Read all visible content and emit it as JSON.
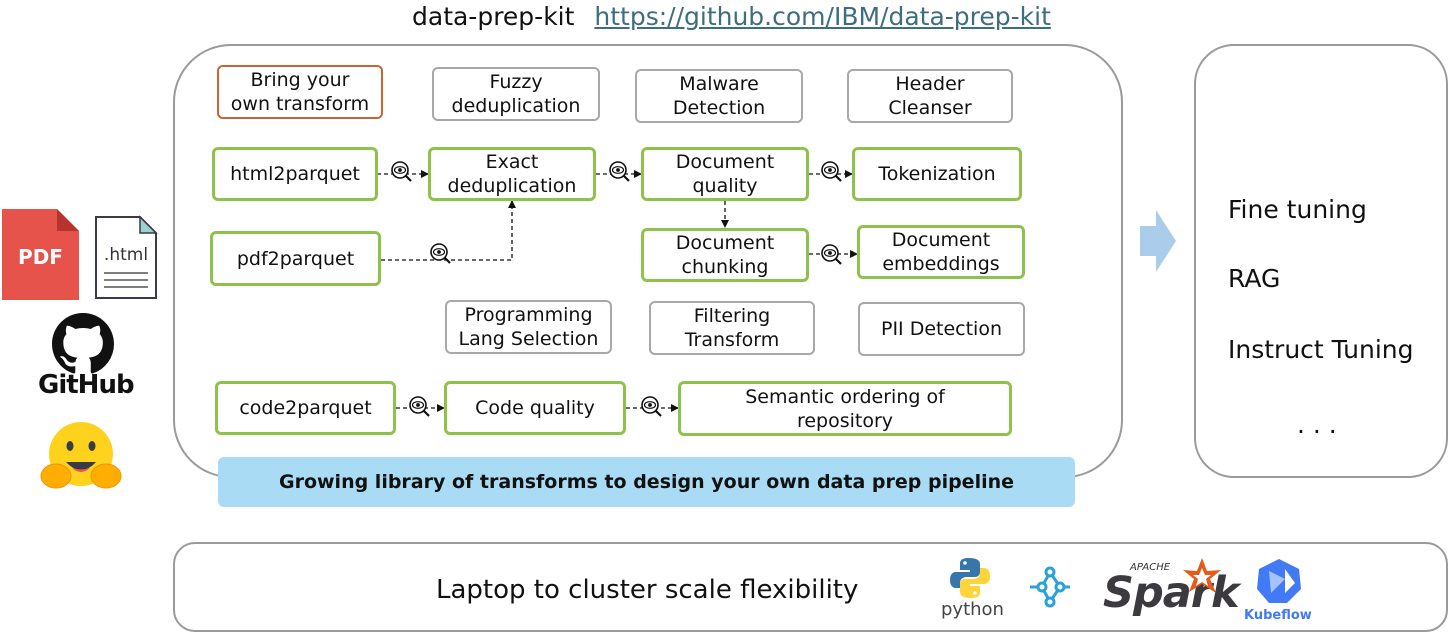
{
  "header": {
    "title": "data-prep-kit",
    "link": "https://github.com/IBM/data-prep-kit"
  },
  "sources": {
    "pdf": "PDF",
    "html": ".html",
    "github": "GitHub"
  },
  "transforms": {
    "byot": "Bring your\nown transform",
    "fuzzy": "Fuzzy\ndeduplication",
    "malware": "Malware\nDetection",
    "header_cleanser": "Header\nCleanser",
    "html2parquet": "html2parquet",
    "exact": "Exact\ndeduplication",
    "doc_quality": "Document\nquality",
    "tokenization": "Tokenization",
    "pdf2parquet": "pdf2parquet",
    "doc_chunking": "Document\nchunking",
    "doc_embeddings": "Document\nembeddings",
    "prog_lang": "Programming\nLang Selection",
    "filtering": "Filtering\nTransform",
    "pii": "PII Detection",
    "code2parquet": "code2parquet",
    "code_quality": "Code quality",
    "semantic": "Semantic ordering of\nrepository"
  },
  "banner": "Growing library of transforms to design your own data prep pipeline",
  "outputs": [
    "Fine tuning",
    "RAG",
    "Instruct Tuning",
    ". . ."
  ],
  "bottom": {
    "label": "Laptop to cluster scale flexibility",
    "python": "python",
    "spark_apache": "APACHE",
    "spark": "Spark",
    "kubeflow": "Kubeflow"
  },
  "colors": {
    "green": "#8dc34b",
    "gray": "#a8a8a8",
    "orange": "#c8642f",
    "banner": "#a9dcf4",
    "link": "#3d6e7e"
  }
}
